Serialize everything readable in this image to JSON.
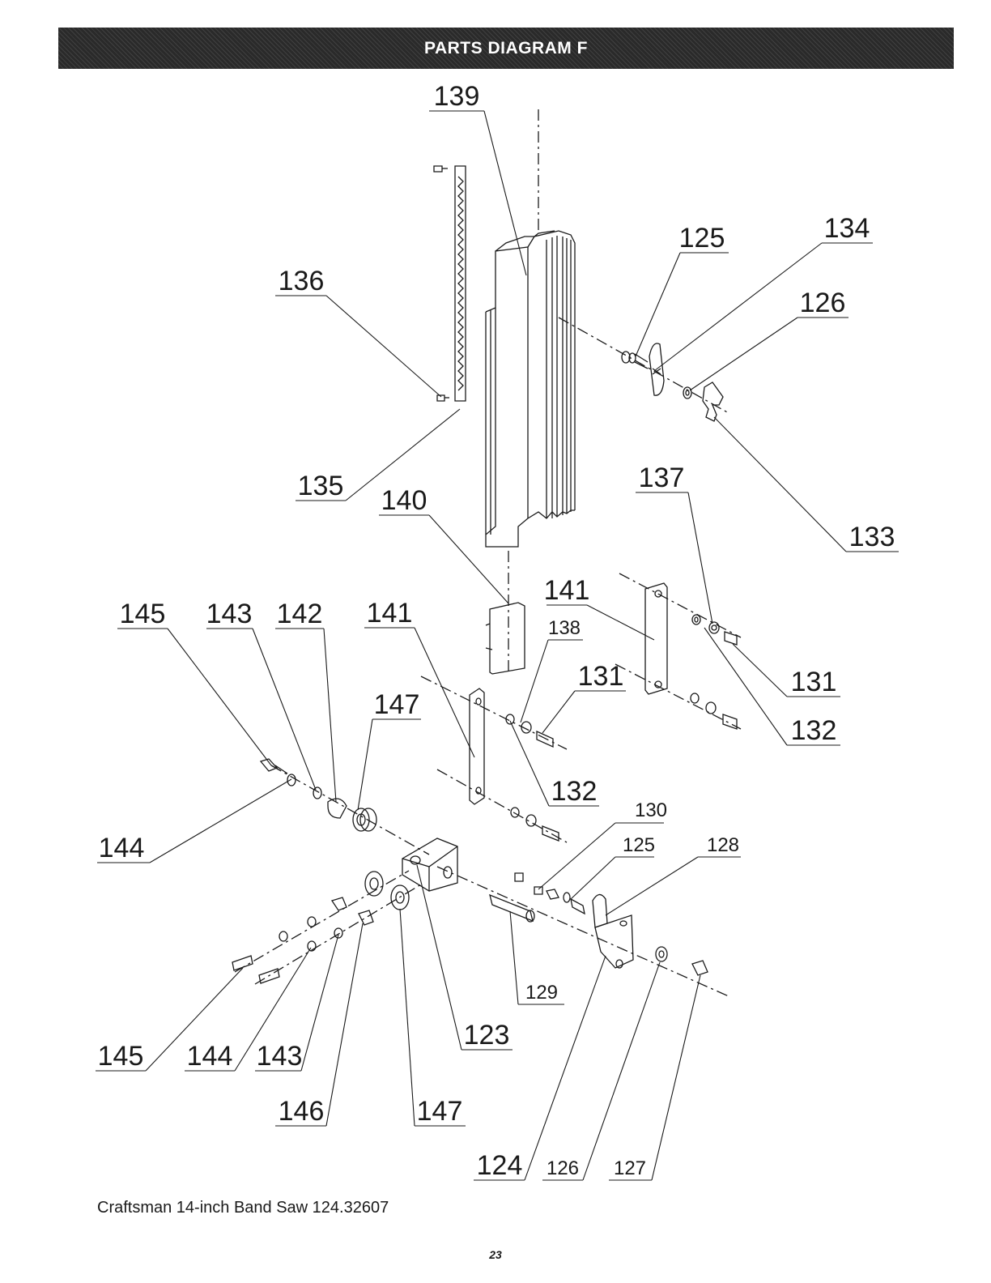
{
  "header": {
    "title": "PARTS DIAGRAM F"
  },
  "footer": {
    "model": "Craftsman 14-inch Band Saw 124.32607",
    "page_number": "23"
  },
  "callouts": {
    "c139": "139",
    "c136": "136",
    "c135": "135",
    "c125a": "125",
    "c134": "134",
    "c126a": "126",
    "c133": "133",
    "c137": "137",
    "c140": "140",
    "c141a": "141",
    "c141b": "141",
    "c145a": "145",
    "c143a": "143",
    "c142": "142",
    "c138": "138",
    "c131a": "131",
    "c131b": "131",
    "c147a": "147",
    "c132a": "132",
    "c132b": "132",
    "c144a": "144",
    "c130": "130",
    "c125b": "125",
    "c128": "128",
    "c129": "129",
    "c123": "123",
    "c145b": "145",
    "c144b": "144",
    "c143b": "143",
    "c146": "146",
    "c147b": "147",
    "c124": "124",
    "c126b": "126",
    "c127": "127"
  },
  "colors": {
    "line": "#1a1a1a",
    "banner_bg": "#2a2a2a",
    "banner_text": "#ffffff"
  }
}
